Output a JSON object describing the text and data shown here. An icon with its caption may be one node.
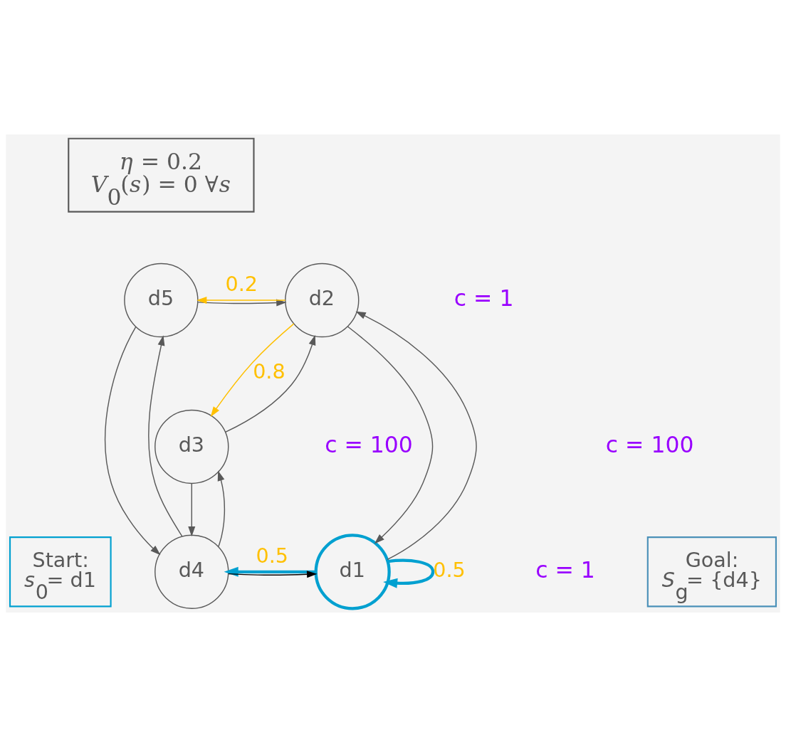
{
  "diagram": {
    "nodes": [
      {
        "text": [
          "*η* = 0.2",
          "*V*$_{0}$(*s*) = 0 ∀*s*"
        ]
      },
      {
        "text": [
          "d5"
        ]
      },
      {
        "text": [
          "d2"
        ]
      },
      {
        "text": [
          "d3"
        ]
      },
      {
        "text": [
          "d1"
        ]
      },
      {
        "text": [
          "d4"
        ]
      },
      {
        "text": [
          "Start:",
          "*s*$_{0}$= d1"
        ]
      },
      {
        "text": [
          "Goal:",
          "*S*$_{g}$= {d4}"
        ]
      }
    ],
    "edges": [
      {
        "from": 1,
        "to": 2,
        "arrow": "to"
      },
      {
        "from": 2,
        "to": 1,
        "arrow": "to",
        "label": "0.2",
        "color": "#ffc000"
      },
      {
        "from": 2,
        "to": 3,
        "arrow": "to",
        "label": "0.8",
        "color": "#ffc000"
      },
      {
        "from": 3,
        "to": 2,
        "arrow": "to"
      },
      {
        "from": 4,
        "to": 2,
        "arrow": "to"
      },
      {
        "from": 2,
        "to": 4,
        "arrow": "to"
      },
      {
        "from": 3,
        "to": 5,
        "arrow": "to"
      },
      {
        "from": 5,
        "to": 3,
        "arrow": "to"
      },
      {
        "from": 1,
        "to": 5,
        "arrow": "to"
      },
      {
        "from": 5,
        "to": 1,
        "arrow": "to"
      },
      {
        "from": 5,
        "to": 4,
        "arrow": "to",
        "color": "#000000"
      },
      {
        "from": 4,
        "to": 5,
        "arrow": "to",
        "label": "0.5",
        "style": "thick",
        "color": "#00a0d0"
      },
      {
        "from": 4,
        "to": 4,
        "arrow": "to",
        "label": "0.5",
        "style": "thick",
        "color": "#00a0d0"
      }
    ],
    "labels": [
      "c = 1",
      "c = 100",
      "c = 100",
      "c = 1"
    ]
  }
}
